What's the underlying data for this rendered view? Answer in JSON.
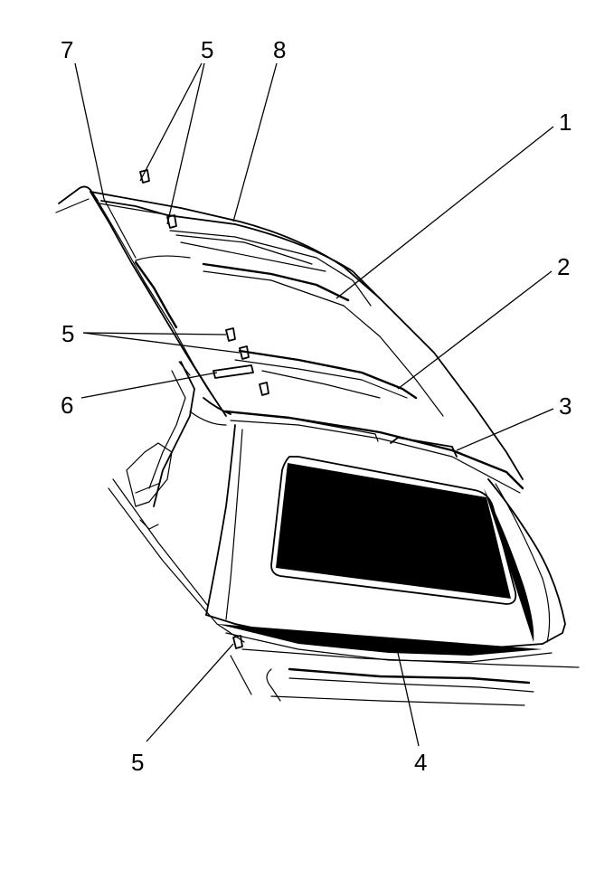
{
  "callouts": [
    {
      "id": "c1",
      "label": "1"
    },
    {
      "id": "c2",
      "label": "2"
    },
    {
      "id": "c3",
      "label": "3"
    },
    {
      "id": "c4",
      "label": "4"
    },
    {
      "id": "c5a",
      "label": "5"
    },
    {
      "id": "c5b",
      "label": "5"
    },
    {
      "id": "c5c",
      "label": "5"
    },
    {
      "id": "c6",
      "label": "6"
    },
    {
      "id": "c7",
      "label": "7"
    },
    {
      "id": "c8",
      "label": "8"
    }
  ]
}
